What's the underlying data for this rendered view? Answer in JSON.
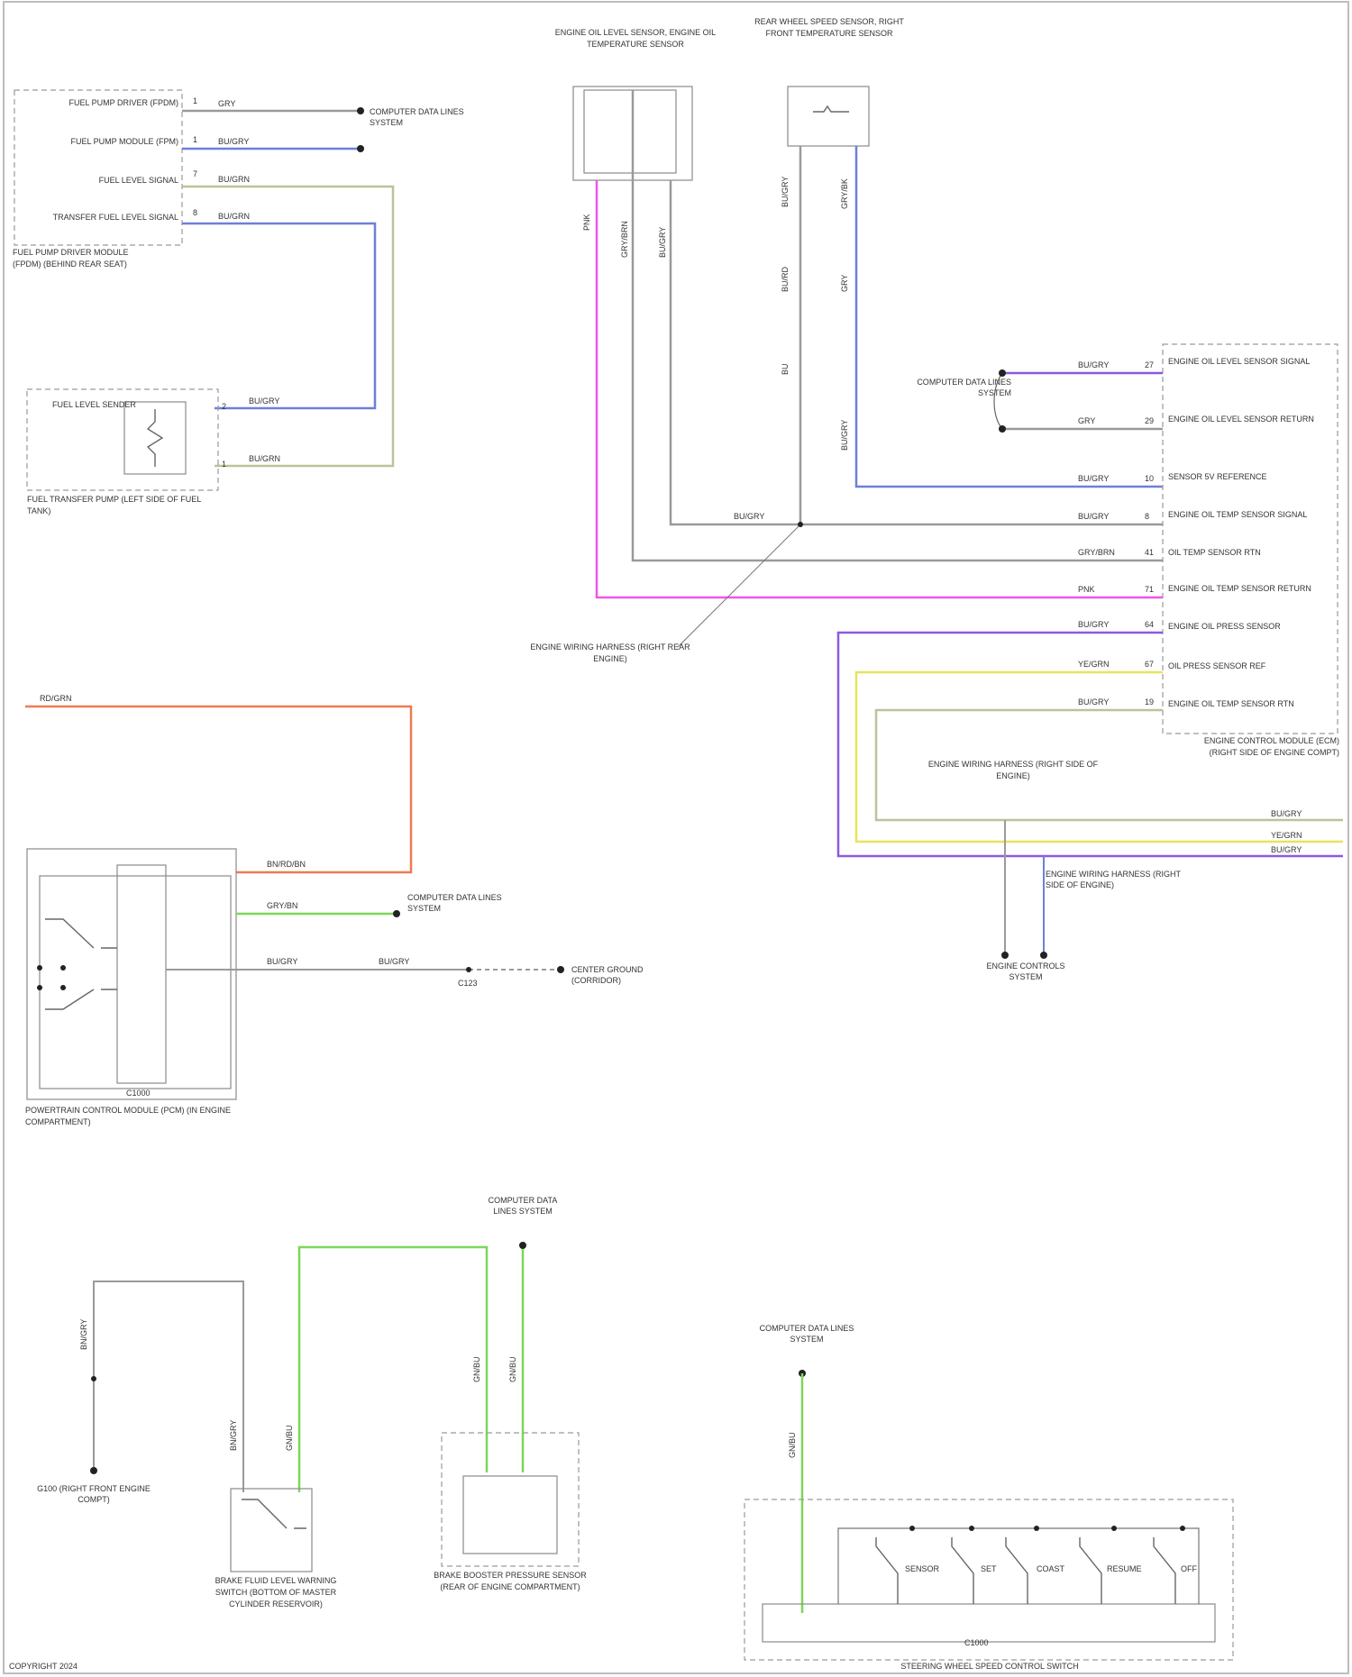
{
  "diagram": {
    "colors": {
      "gray": "#9a9a9a",
      "blue": "#6f7fd8",
      "violet": "#8a5ae0",
      "pink": "#f055e8",
      "orange": "#ee7b52",
      "green": "#7ed65a",
      "yellow": "#e6e45c",
      "olive": "#b9c49a",
      "black": "#222222"
    },
    "blocks": {
      "fuel_module": {
        "pins": [
          "FUEL PUMP DRIVER (FPDM)",
          "FUEL PUMP MODULE (FPM)",
          "FUEL LEVEL SIGNAL",
          "TRANSFER FUEL LEVEL SIGNAL"
        ],
        "wires": [
          "GRY",
          "BU/GRY",
          "BU/GRN",
          "BU/GRN"
        ],
        "circuits": [
          "1",
          "1",
          "7",
          "8"
        ],
        "caption": "FUEL PUMP DRIVER MODULE (FPDM) (BEHIND REAR SEAT)",
        "network_label": "COMPUTER DATA LINES SYSTEM"
      },
      "fuel_sender": {
        "name": "FUEL LEVEL SENDER",
        "caption": "FUEL TRANSFER PUMP (LEFT SIDE OF FUEL TANK)",
        "wires": [
          "BU/GRY",
          "BU/GRN"
        ],
        "circuits": [
          "2",
          "1"
        ]
      },
      "oil_sensor": {
        "title": "ENGINE OIL LEVEL SENSOR, ENGINE OIL TEMPERATURE SENSOR",
        "wires": [
          "PNK",
          "GRY/BRN",
          "BU/GRY"
        ]
      },
      "rear_sensor": {
        "title": "REAR WHEEL SPEED SENSOR, RIGHT FRONT TEMPERATURE SENSOR",
        "wires": [
          "BU/GRY",
          "GRY/BK",
          "BU/RD",
          "GRY",
          "BU",
          "BU/GRY"
        ]
      },
      "splice": {
        "label": "ENGINE WIRING HARNESS (RIGHT REAR ENGINE)",
        "wire": "BU/GRY"
      },
      "ecm": {
        "pins": [
          "ENGINE OIL LEVEL SENSOR SIGNAL",
          "ENGINE OIL LEVEL SENSOR RETURN",
          "SENSOR 5V REFERENCE",
          "ENGINE OIL TEMP SENSOR SIGNAL",
          "OIL TEMP SENSOR RTN",
          "ENGINE OIL TEMP SENSOR RETURN",
          "ENGINE OIL PRESS SENSOR",
          "OIL PRESS SENSOR REF",
          "ENGINE OIL TEMP SENSOR RTN"
        ],
        "wires": [
          "BU/GRY",
          "GRY",
          "BU/GRY",
          "BU/GRY",
          "GRY/BRN",
          "PNK",
          "BU/GRY",
          "YE/GRN",
          "BU/GRY"
        ],
        "circuits": [
          "27",
          "29",
          "10",
          "8",
          "41",
          "71",
          "64",
          "67",
          "19"
        ],
        "caption": "ENGINE CONTROL MODULE (ECM) (RIGHT SIDE OF ENGINE COMPT)",
        "network_label": "COMPUTER DATA LINES SYSTEM",
        "harness_label": "ENGINE WIRING HARNESS (RIGHT SIDE OF ENGINE)",
        "right_wires": [
          "BU/GRY",
          "YE/GRN",
          "BU/GRY"
        ],
        "ground_label": "ENGINE CONTROLS SYSTEM",
        "harness2_label": "ENGINE WIRING HARNESS (RIGHT SIDE OF ENGINE)"
      },
      "pcm": {
        "feed": "RD/GRN",
        "wires": [
          "BN/RD/BN",
          "GRY/BN",
          "BU/GRY"
        ],
        "caption": "POWERTRAIN CONTROL MODULE (PCM) (IN ENGINE COMPARTMENT)",
        "network_label": "COMPUTER DATA LINES SYSTEM",
        "splice_wire": "BU/GRY",
        "splice_label": "C123",
        "dest_label": "CENTER GROUND (CORRIDOR)",
        "connector": "C1000"
      },
      "brake": {
        "ground_label": "G100 (RIGHT FRONT ENGINE COMPT)",
        "ground_wire": "BN/GRY",
        "switch_caption": "BRAKE FLUID LEVEL WARNING SWITCH (BOTTOM OF MASTER CYLINDER RESERVOIR)",
        "module_caption": "BRAKE BOOSTER PRESSURE SENSOR (REAR OF ENGINE COMPARTMENT)",
        "network_label": "COMPUTER DATA LINES SYSTEM",
        "wires": [
          "BN/GRY",
          "GN/BU",
          "GN/BU",
          "GN/BU"
        ]
      },
      "sws": {
        "network_label": "COMPUTER DATA LINES SYSTEM",
        "wire": "GN/BU",
        "switch_labels": [
          "SENSOR",
          "SET",
          "COAST",
          "RESUME",
          "OFF"
        ],
        "connector": "C1000",
        "caption": "STEERING WHEEL SPEED CONTROL SWITCH"
      }
    },
    "footer": "COPYRIGHT 2024"
  }
}
